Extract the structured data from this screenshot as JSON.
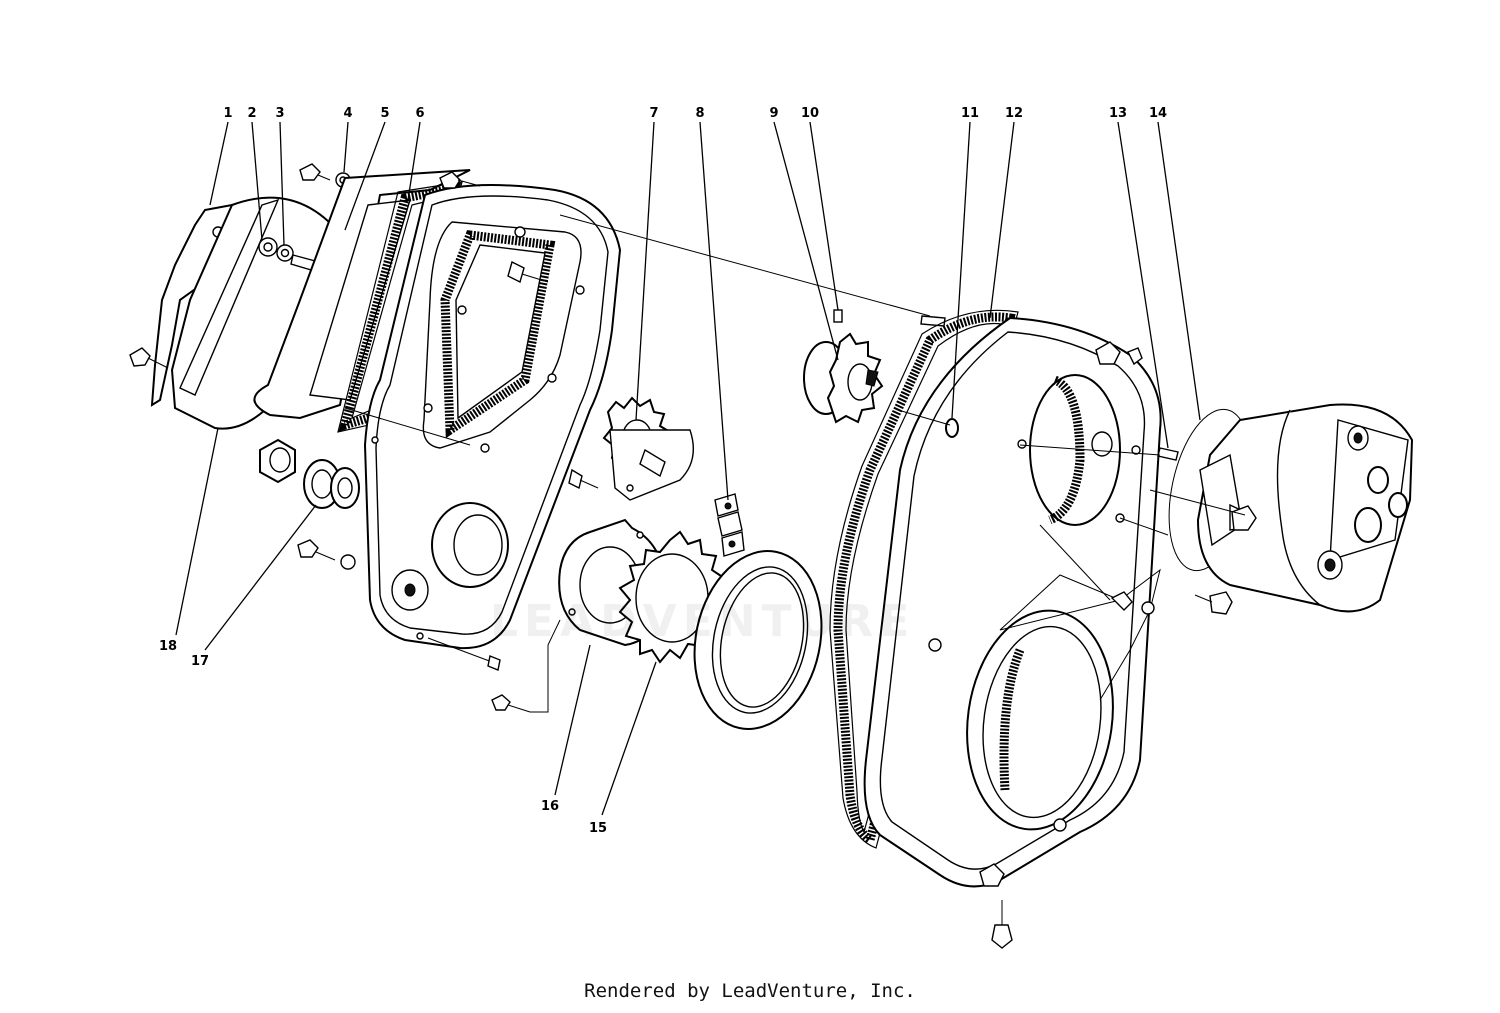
{
  "diagram": {
    "callouts": [
      "1",
      "2",
      "3",
      "4",
      "5",
      "6",
      "7",
      "8",
      "9",
      "10",
      "11",
      "12",
      "13",
      "14",
      "15",
      "16",
      "17",
      "18"
    ]
  },
  "watermark": {
    "text": "LEADVENTURE"
  },
  "footer": {
    "text": "Rendered by LeadVenture, Inc."
  }
}
